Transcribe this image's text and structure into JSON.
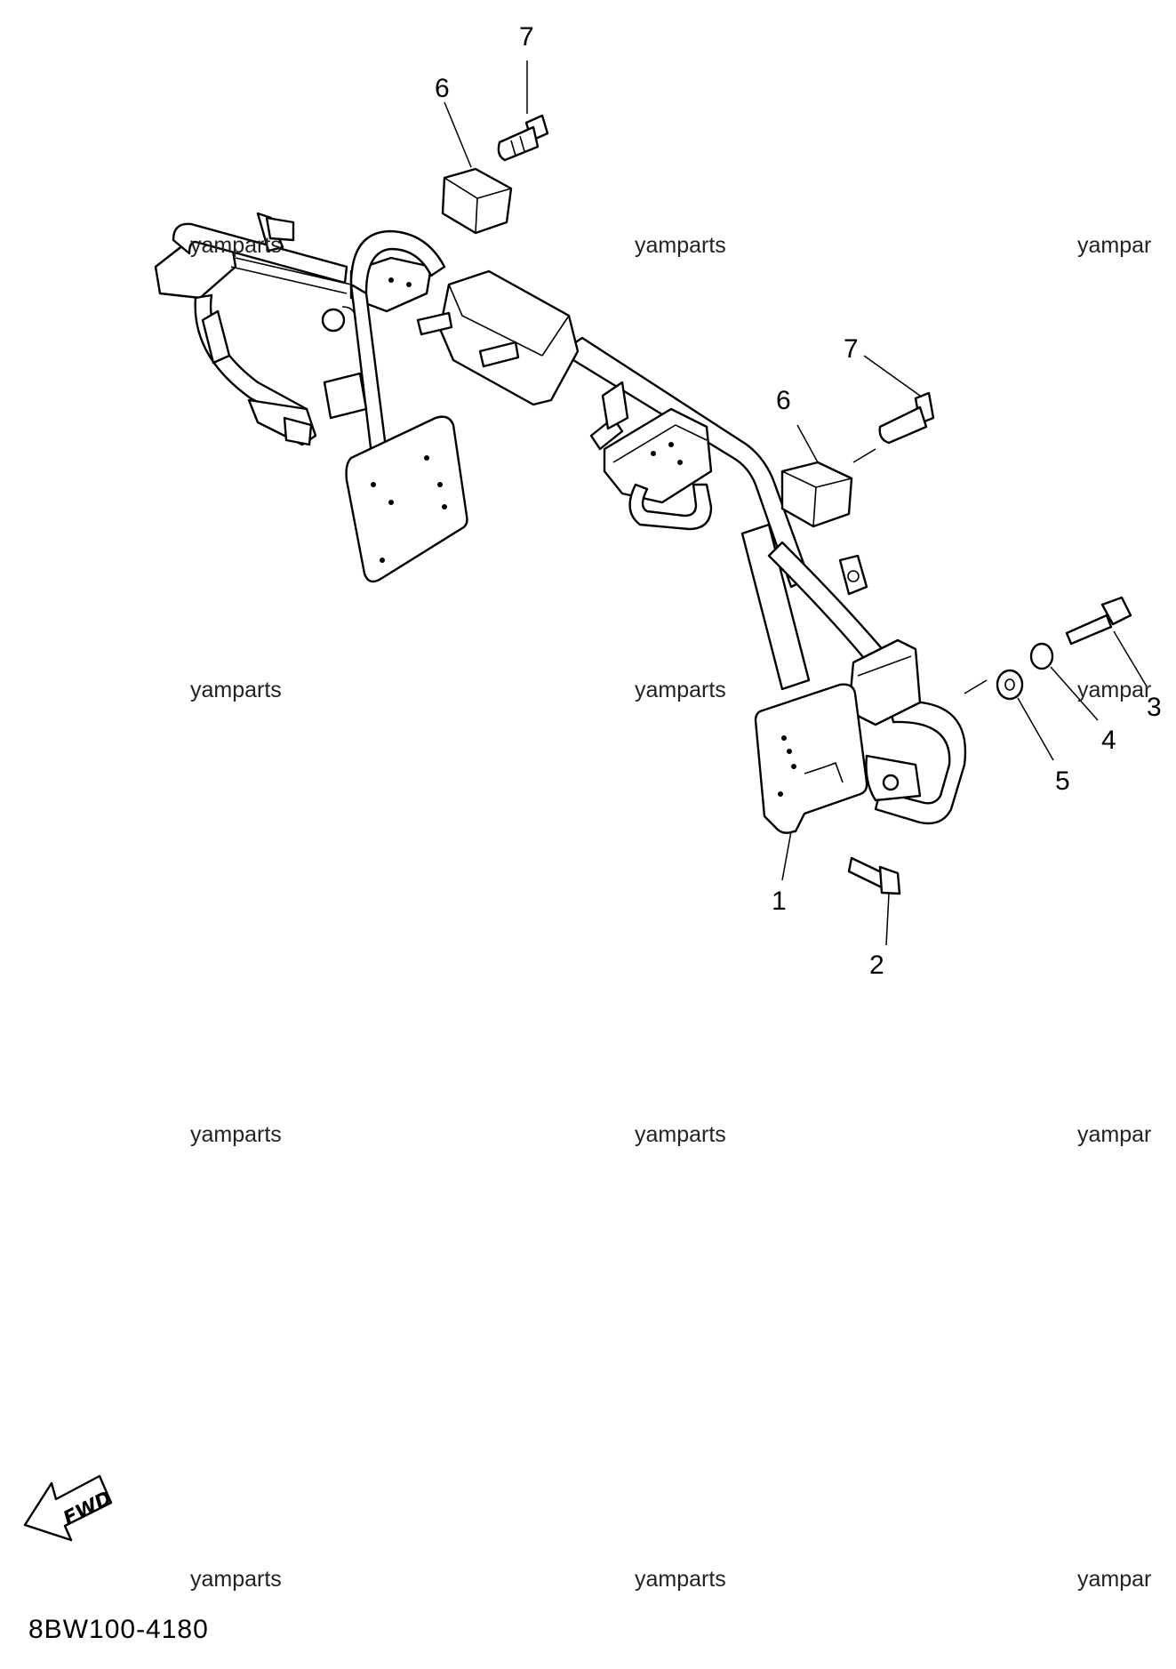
{
  "drawing_code": "8BW100-4180",
  "fwd_label": "FWD",
  "watermarks": [
    "yamparts",
    "yamparts",
    "yampar",
    "yamparts",
    "yamparts",
    "yampar",
    "yamparts",
    "yamparts",
    "yampar",
    "yamparts",
    "yamparts",
    "yampar"
  ],
  "callouts": [
    "7",
    "6",
    "7",
    "6",
    "3",
    "4",
    "5",
    "1",
    "2"
  ]
}
